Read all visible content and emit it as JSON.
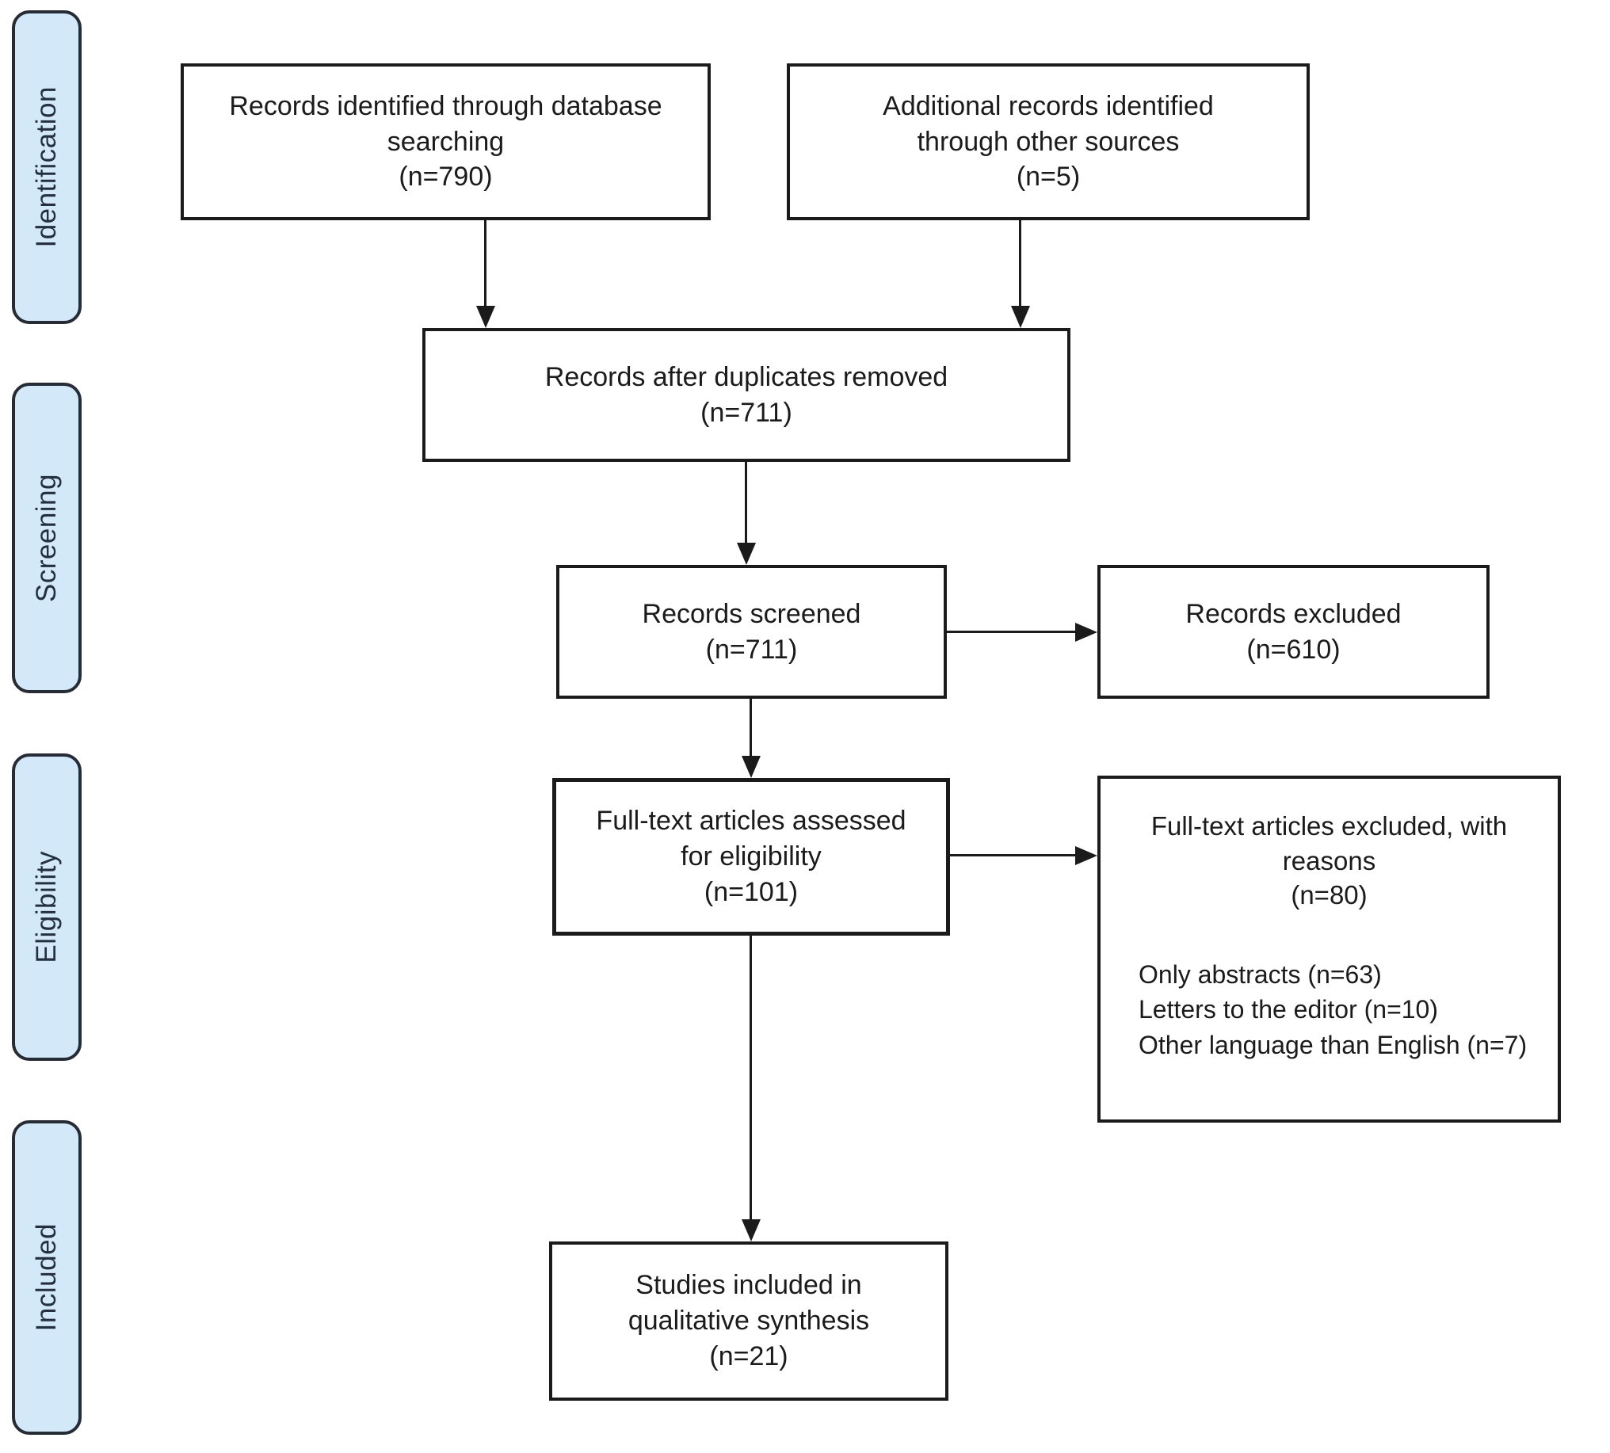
{
  "stages": [
    {
      "label": "Identification"
    },
    {
      "label": "Screening"
    },
    {
      "label": "Eligibility"
    },
    {
      "label": "Included"
    }
  ],
  "boxes": {
    "database": "Records identified through database\nsearching\n(n=790)",
    "other_sources": "Additional records identified\nthrough other sources\n(n=5)",
    "duplicates_removed": "Records after duplicates removed\n(n=711)",
    "screened": "Records screened\n(n=711)",
    "records_excluded": "Records excluded\n(n=610)",
    "fulltext_assessed": "Full-text articles assessed\nfor eligibility\n(n=101)",
    "fulltext_excluded_title": "Full-text articles excluded, with\nreasons\n(n=80)",
    "fulltext_excluded_reasons": [
      "Only abstracts (n=63)",
      "Letters to the editor (n=10)",
      "Other language than English (n=7)"
    ],
    "included_studies": "Studies included in\nqualitative synthesis\n(n=21)"
  },
  "colors": {
    "stage_fill": "#d3e9f9",
    "stage_border": "#272b35",
    "stage_text": "#243040",
    "box_border": "#1b1b1b",
    "arrow": "#1b1b1b",
    "background": "#ffffff"
  }
}
